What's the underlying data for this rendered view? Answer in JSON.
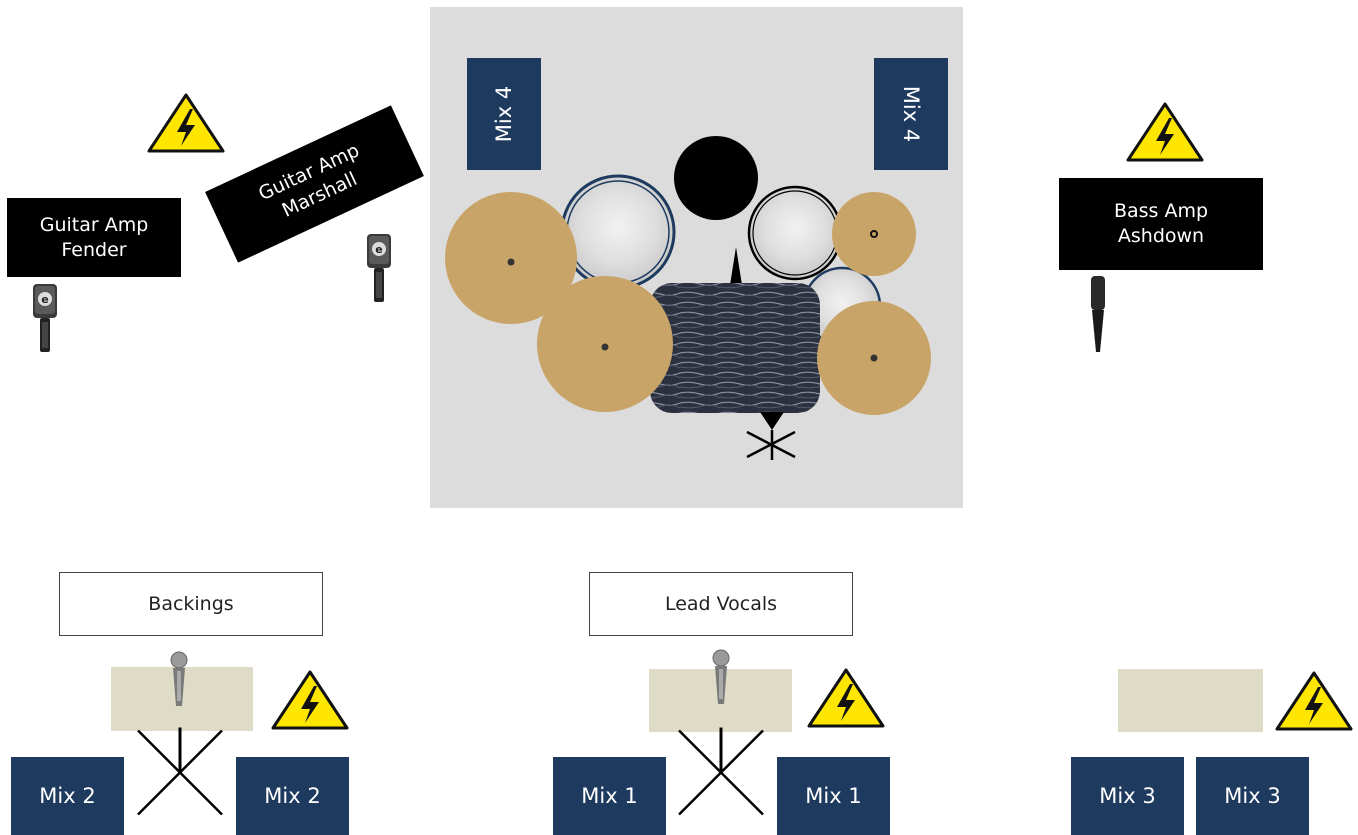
{
  "drum_riser": {
    "background_color": "#dcdcdc",
    "monitor_left": "Mix 4",
    "monitor_right": "Mix 4"
  },
  "amps": {
    "fender": {
      "line1": "Guitar Amp",
      "line2": "Fender"
    },
    "marshall": {
      "line1": "Guitar Amp",
      "line2": "Marshall"
    },
    "ashdown": {
      "line1": "Bass Amp",
      "line2": "Ashdown"
    }
  },
  "positions": {
    "backings": {
      "label": "Backings",
      "monitor_left": "Mix 2",
      "monitor_right": "Mix 2"
    },
    "lead": {
      "label": "Lead Vocals",
      "monitor_left": "Mix 1",
      "monitor_right": "Mix 1"
    },
    "right": {
      "monitor_left": "Mix 3",
      "monitor_right": "Mix 3"
    }
  },
  "colors": {
    "monitor": "#1e3a5f",
    "amp": "#000000",
    "cymbal": "#c8a468",
    "riser": "#dedbc6",
    "warning": "#ffe600"
  },
  "icons": [
    "power-warning-icon",
    "instrument-mic-icon",
    "vocal-mic-icon",
    "mic-stand-icon"
  ]
}
